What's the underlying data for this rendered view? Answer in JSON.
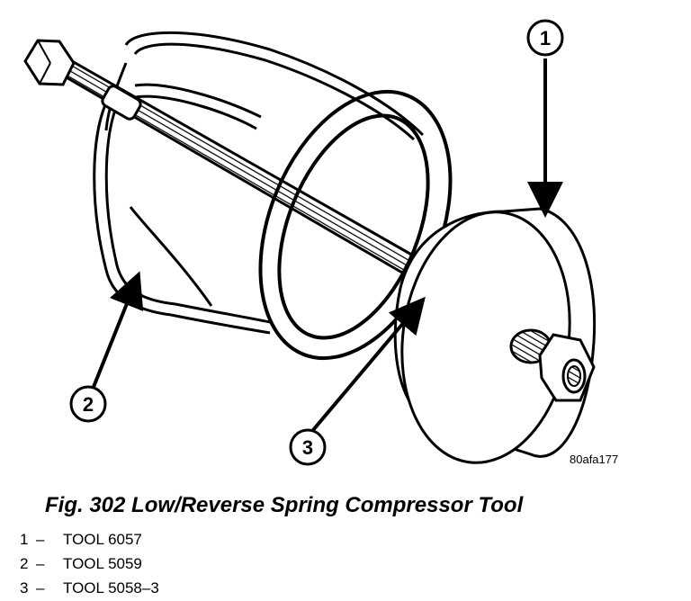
{
  "figure": {
    "code": "80afa177",
    "title": "Fig. 302 Low/Reverse Spring Compressor Tool",
    "callouts": [
      "1",
      "2",
      "3"
    ]
  },
  "legend": [
    {
      "num": "1",
      "sep": "–",
      "label": "TOOL 6057"
    },
    {
      "num": "2",
      "sep": "–",
      "label": "TOOL 5059"
    },
    {
      "num": "3",
      "sep": "–",
      "label": "TOOL 5058–3"
    }
  ]
}
